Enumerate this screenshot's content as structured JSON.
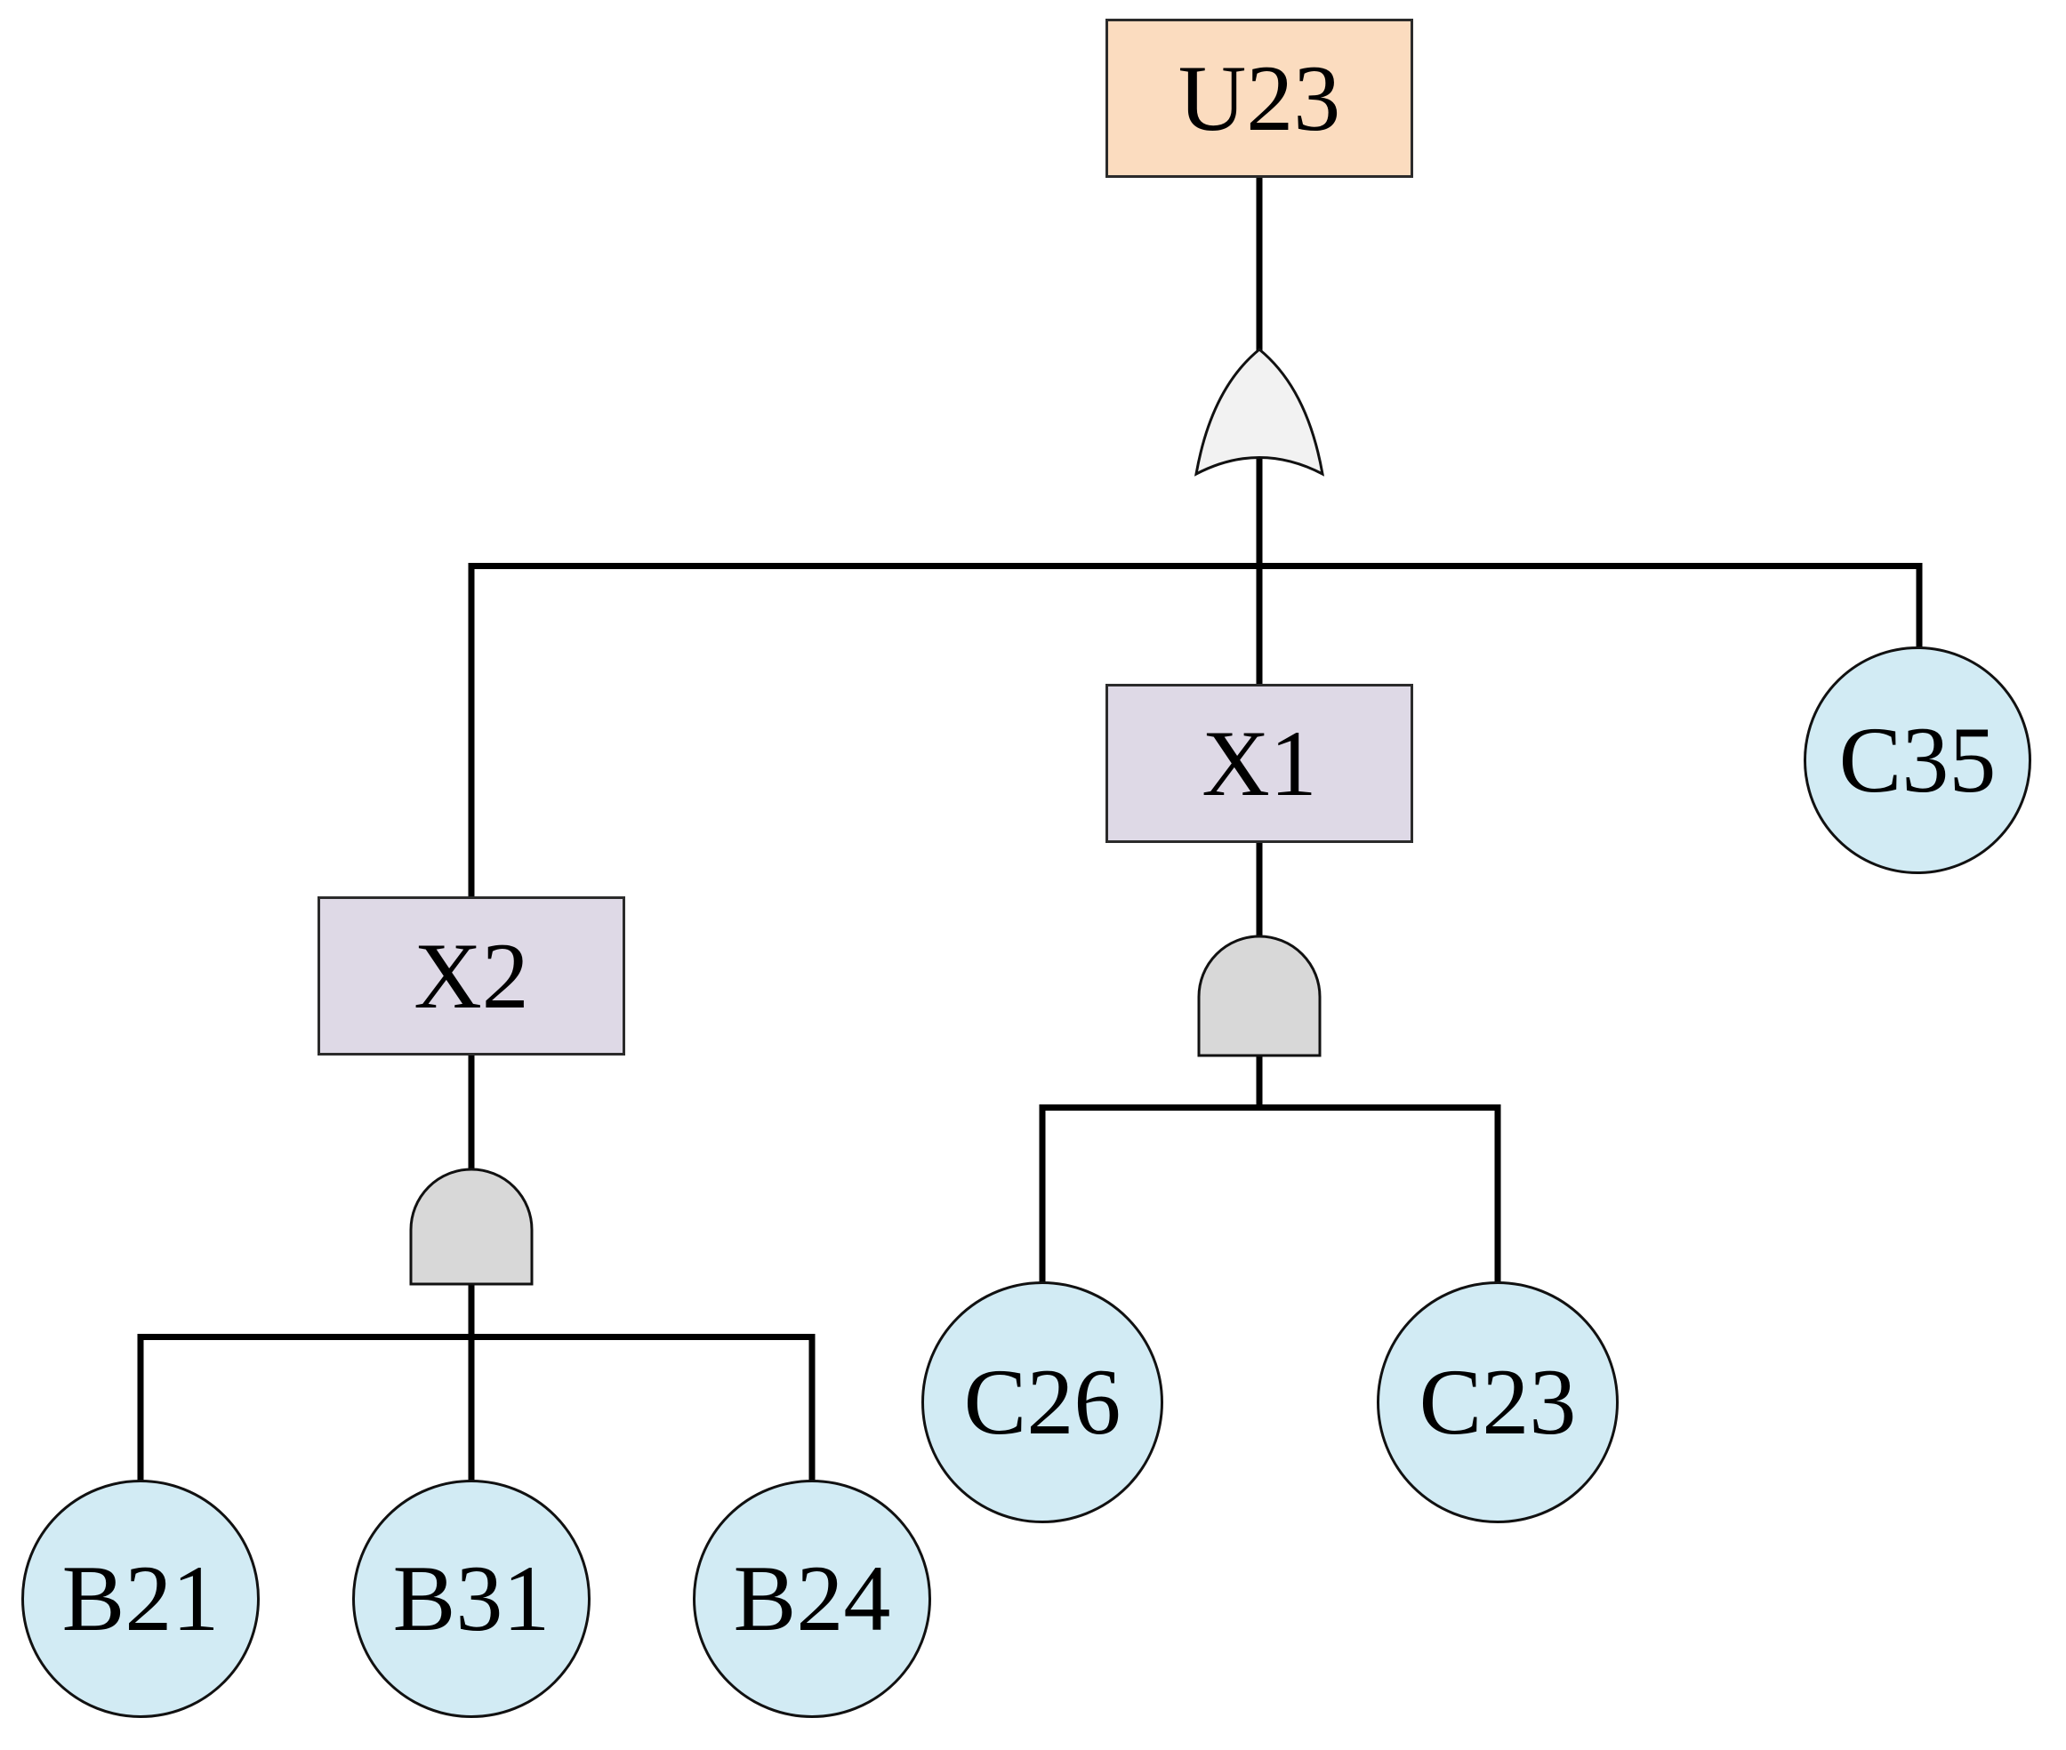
{
  "figure": {
    "type": "fault-tree-diagram",
    "background": "#FFFFFF"
  },
  "colors": {
    "top_event_fill": "#FBDCBF",
    "intermediate_event_fill": "#DED9E6",
    "basic_event_fill": "#D2EBF4",
    "and_gate_fill": "#D8D8D8",
    "or_gate_fill": "#F2F2F2",
    "outline": "#1A1A1A",
    "connector": "#000000"
  },
  "nodes": {
    "u23": {
      "label": "U23",
      "kind": "top-event",
      "shape": "rectangle"
    },
    "x1": {
      "label": "X1",
      "kind": "intermediate-event",
      "shape": "rectangle"
    },
    "x2": {
      "label": "X2",
      "kind": "intermediate-event",
      "shape": "rectangle"
    },
    "c35": {
      "label": "C35",
      "kind": "basic-event",
      "shape": "circle"
    },
    "c26": {
      "label": "C26",
      "kind": "basic-event",
      "shape": "circle"
    },
    "c23": {
      "label": "C23",
      "kind": "basic-event",
      "shape": "circle"
    },
    "b21": {
      "label": "B21",
      "kind": "basic-event",
      "shape": "circle"
    },
    "b31": {
      "label": "B31",
      "kind": "basic-event",
      "shape": "circle"
    },
    "b24": {
      "label": "B24",
      "kind": "basic-event",
      "shape": "circle"
    }
  },
  "gates": [
    {
      "id": "gate-top",
      "type": "OR",
      "parent": "U23",
      "children": [
        "X2",
        "X1",
        "C35"
      ]
    },
    {
      "id": "gate-x2",
      "type": "AND",
      "parent": "X2",
      "children": [
        "B21",
        "B31",
        "B24"
      ]
    },
    {
      "id": "gate-x1",
      "type": "AND",
      "parent": "X1",
      "children": [
        "C26",
        "C23"
      ]
    }
  ]
}
